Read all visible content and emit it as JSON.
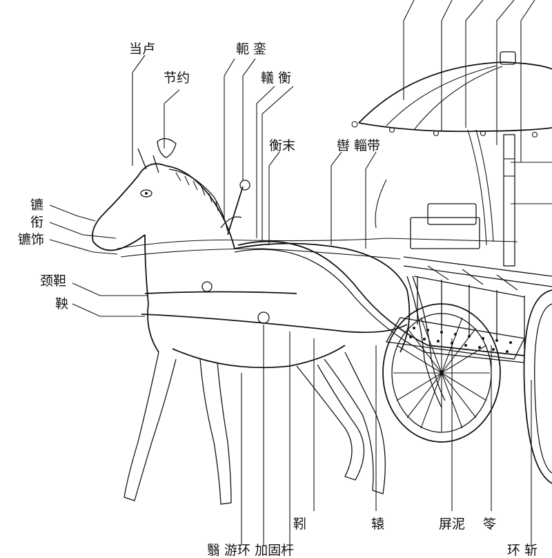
{
  "labels": {
    "danglu": "当卢",
    "jieyue": "节约",
    "egui": "軛 銮",
    "yiheng": "轙 衡",
    "hengmo": "衡末",
    "pande": "辔 輜带",
    "biao": "镳",
    "xian": "衔",
    "biaoshi": "镳饰",
    "jingqu": "颈靼",
    "yang": "鞅",
    "yin": "靷",
    "yuan": "辕",
    "pingni": "屏泥",
    "ling": "笭",
    "bottom_left": "翳 游环 加固杆",
    "bottom_right": "环 斩"
  },
  "colors": {
    "ink": "#111111",
    "paper": "#ffffff"
  }
}
